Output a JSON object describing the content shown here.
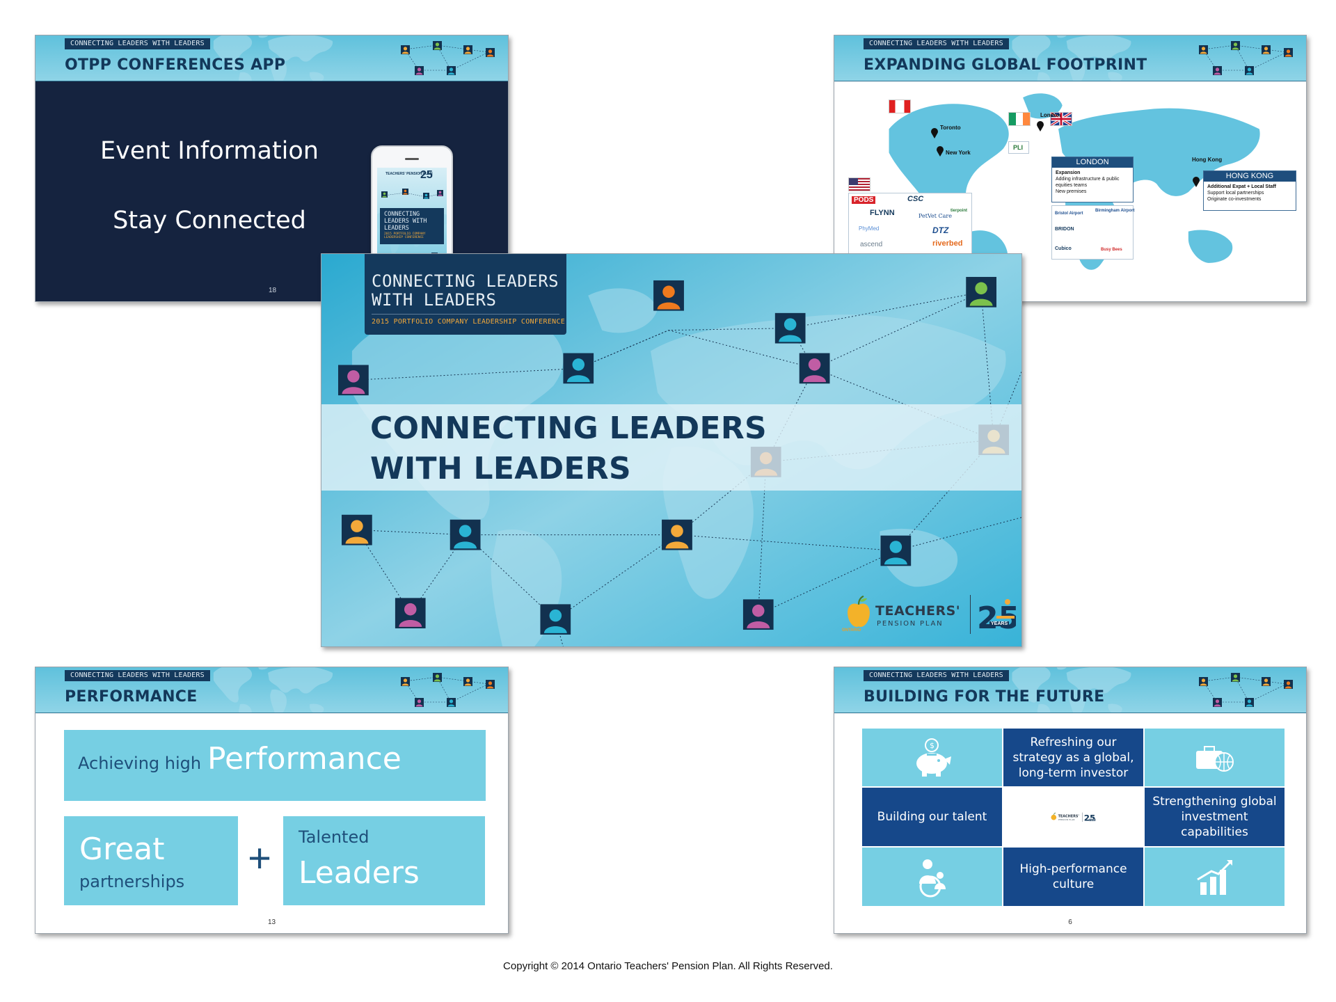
{
  "header_tag": "CONNECTING LEADERS WITH LEADERS",
  "slides": {
    "app": {
      "title": "OTPP CONFERENCES APP",
      "line1": "Event Information",
      "line2": "Stay Connected",
      "number": "18",
      "phone": {
        "brand": "TEACHERS' PENSION PLAN",
        "title": "CONNECTING LEADERS WITH LEADERS",
        "subtitle": "2015 PORTFOLIO COMPANY LEADERSHIP CONFERENCE"
      }
    },
    "global": {
      "title": "EXPANDING GLOBAL FOOTPRINT",
      "cities": [
        "Toronto",
        "New York",
        "London",
        "Hong Kong"
      ],
      "london_box": {
        "heading": "LONDON",
        "label": "Expansion",
        "items": [
          "Adding infrastructure & public equities teams",
          "New premises"
        ]
      },
      "hongkong_box": {
        "heading": "HONG KONG",
        "label": "Additional Expat + Local Staff",
        "items": [
          "Support local partnerships",
          "Originate co-investments"
        ]
      },
      "logos_us": [
        "PODS",
        "CSC",
        "FLYNN",
        "PetVet Care",
        "PhyMed",
        "DTZ",
        "ascend",
        "riverbed",
        "tierpoint"
      ],
      "logos_uk": [
        "Bristol Airport",
        "Birmingham Airport",
        "BRIDON",
        "Cubico",
        "Busy Bees"
      ],
      "logos_ca": [
        "PLI"
      ]
    },
    "main": {
      "tag_line1": "CONNECTING LEADERS",
      "tag_line2": "WITH LEADERS",
      "tag_subtitle": "2015 PORTFOLIO COMPANY LEADERSHIP CONFERENCE",
      "title_line1": "CONNECTING LEADERS",
      "title_line2": "WITH LEADERS",
      "logo_name": "TEACHERS'",
      "logo_sub": "PENSION PLAN",
      "logo_region": "ONTARIO",
      "years_number": "25",
      "years_label": "YEARS"
    },
    "performance": {
      "title": "PERFORMANCE",
      "top_small": "Achieving high",
      "top_big": "Performance",
      "left_big": "Great",
      "left_small": "partnerships",
      "plus": "+",
      "right_small": "Talented",
      "right_big": "Leaders",
      "number": "13"
    },
    "future": {
      "title": "BUILDING FOR THE FUTURE",
      "cells": {
        "top_middle": "Refreshing our strategy as a global, long-term investor",
        "middle_left": "Building our talent",
        "middle_right": "Strengthening global investment capabilities",
        "bottom_middle": "High-performance culture"
      },
      "logo_name": "TEACHERS'",
      "logo_sub": "PENSION PLAN",
      "years_number": "25",
      "years_label": "YEARS",
      "number": "6"
    }
  },
  "icons": [
    "piggy-bank-icon",
    "globe-briefcase-icon",
    "mentor-icon",
    "growth-chart-icon",
    "person-icon",
    "pin-icon"
  ],
  "colors": {
    "navy": "#14395c",
    "sky": "#76cfe3",
    "dark_blue": "#16488a",
    "app_bg": "#15233f",
    "accent_orange": "#f3a93a"
  },
  "copyright": "Copyright © 2014 Ontario Teachers' Pension Plan. All Rights Reserved."
}
